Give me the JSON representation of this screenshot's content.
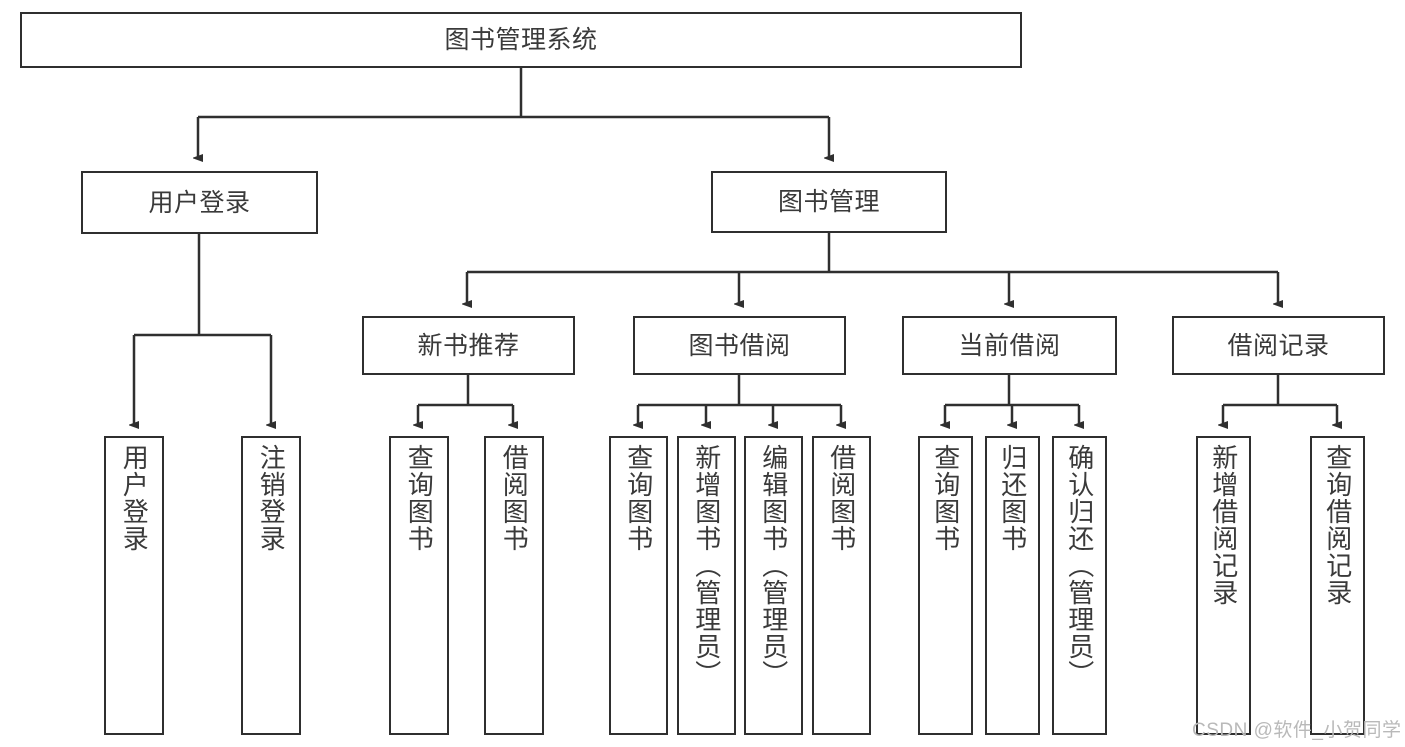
{
  "diagram": {
    "type": "tree-hierarchy",
    "title": "图书管理系统",
    "stroke_color": "#2f2f2f",
    "text_color": "#3a3a3a",
    "background_color": "#ffffff",
    "root": {
      "label": "图书管理系统"
    },
    "level1": [
      {
        "label": "用户登录"
      },
      {
        "label": "图书管理"
      }
    ],
    "level2": [
      {
        "label": "新书推荐"
      },
      {
        "label": "图书借阅"
      },
      {
        "label": "当前借阅"
      },
      {
        "label": "借阅记录"
      }
    ],
    "leaves": {
      "user_login": [
        {
          "label": "用户登录"
        },
        {
          "label": "注销登录"
        }
      ],
      "new_book_recommend": [
        {
          "label": "查询图书"
        },
        {
          "label": "借阅图书"
        }
      ],
      "book_borrow": [
        {
          "label": "查询图书"
        },
        {
          "label": "新增图书（管理员）"
        },
        {
          "label": "编辑图书（管理员）"
        },
        {
          "label": "借阅图书"
        }
      ],
      "current_borrow": [
        {
          "label": "查询图书"
        },
        {
          "label": "归还图书"
        },
        {
          "label": "确认归还（管理员）"
        }
      ],
      "borrow_record": [
        {
          "label": "新增借阅记录"
        },
        {
          "label": "查询借阅记录"
        }
      ]
    }
  },
  "watermark": {
    "text": "CSDN @软件_小贺同学"
  }
}
